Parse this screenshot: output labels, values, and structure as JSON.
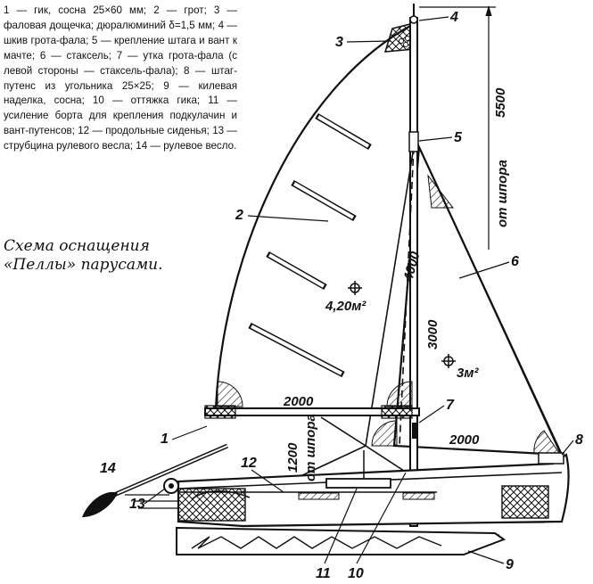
{
  "legend": {
    "text": "1 — гик, сосна 25×60 мм; 2 — грот; 3 — фаловая дощечка; дюралюминий δ=1,5 мм; 4 — шкив грота-фала; 5 — крепление штага и вант к мачте; 6 — стаксель; 7 — утка грота-фала (с левой стороны — стаксель-фала); 8 — штаг-путенс из угольника 25×25; 9 — килевая наделка, сосна; 10 — оттяжка гика; 11 — усиление борта для крепления подкулачин и вант-путенсов; 12 — продольные сиденья; 13 — струбцина рулевого весла; 14 — рулевое весло."
  },
  "caption": {
    "line1": "Схема оснащения",
    "line2": "«Пеллы» парусами."
  },
  "labels": {
    "n1": "1",
    "n2": "2",
    "n3": "3",
    "n4": "4",
    "n5": "5",
    "n6": "6",
    "n7": "7",
    "n8": "8",
    "n9": "9",
    "n10": "10",
    "n11": "11",
    "n12": "12",
    "n13": "13",
    "n14": "14"
  },
  "dimensions": {
    "d5500": "5500",
    "from_heel": "от шпора",
    "d4000": "4000",
    "d3000": "3000",
    "d2000_boom": "2000",
    "d2000_foot": "2000",
    "d1200": "1200",
    "from_heel_2": "от шпора"
  },
  "areas": {
    "main": "4,20м²",
    "jib": "3м²"
  }
}
